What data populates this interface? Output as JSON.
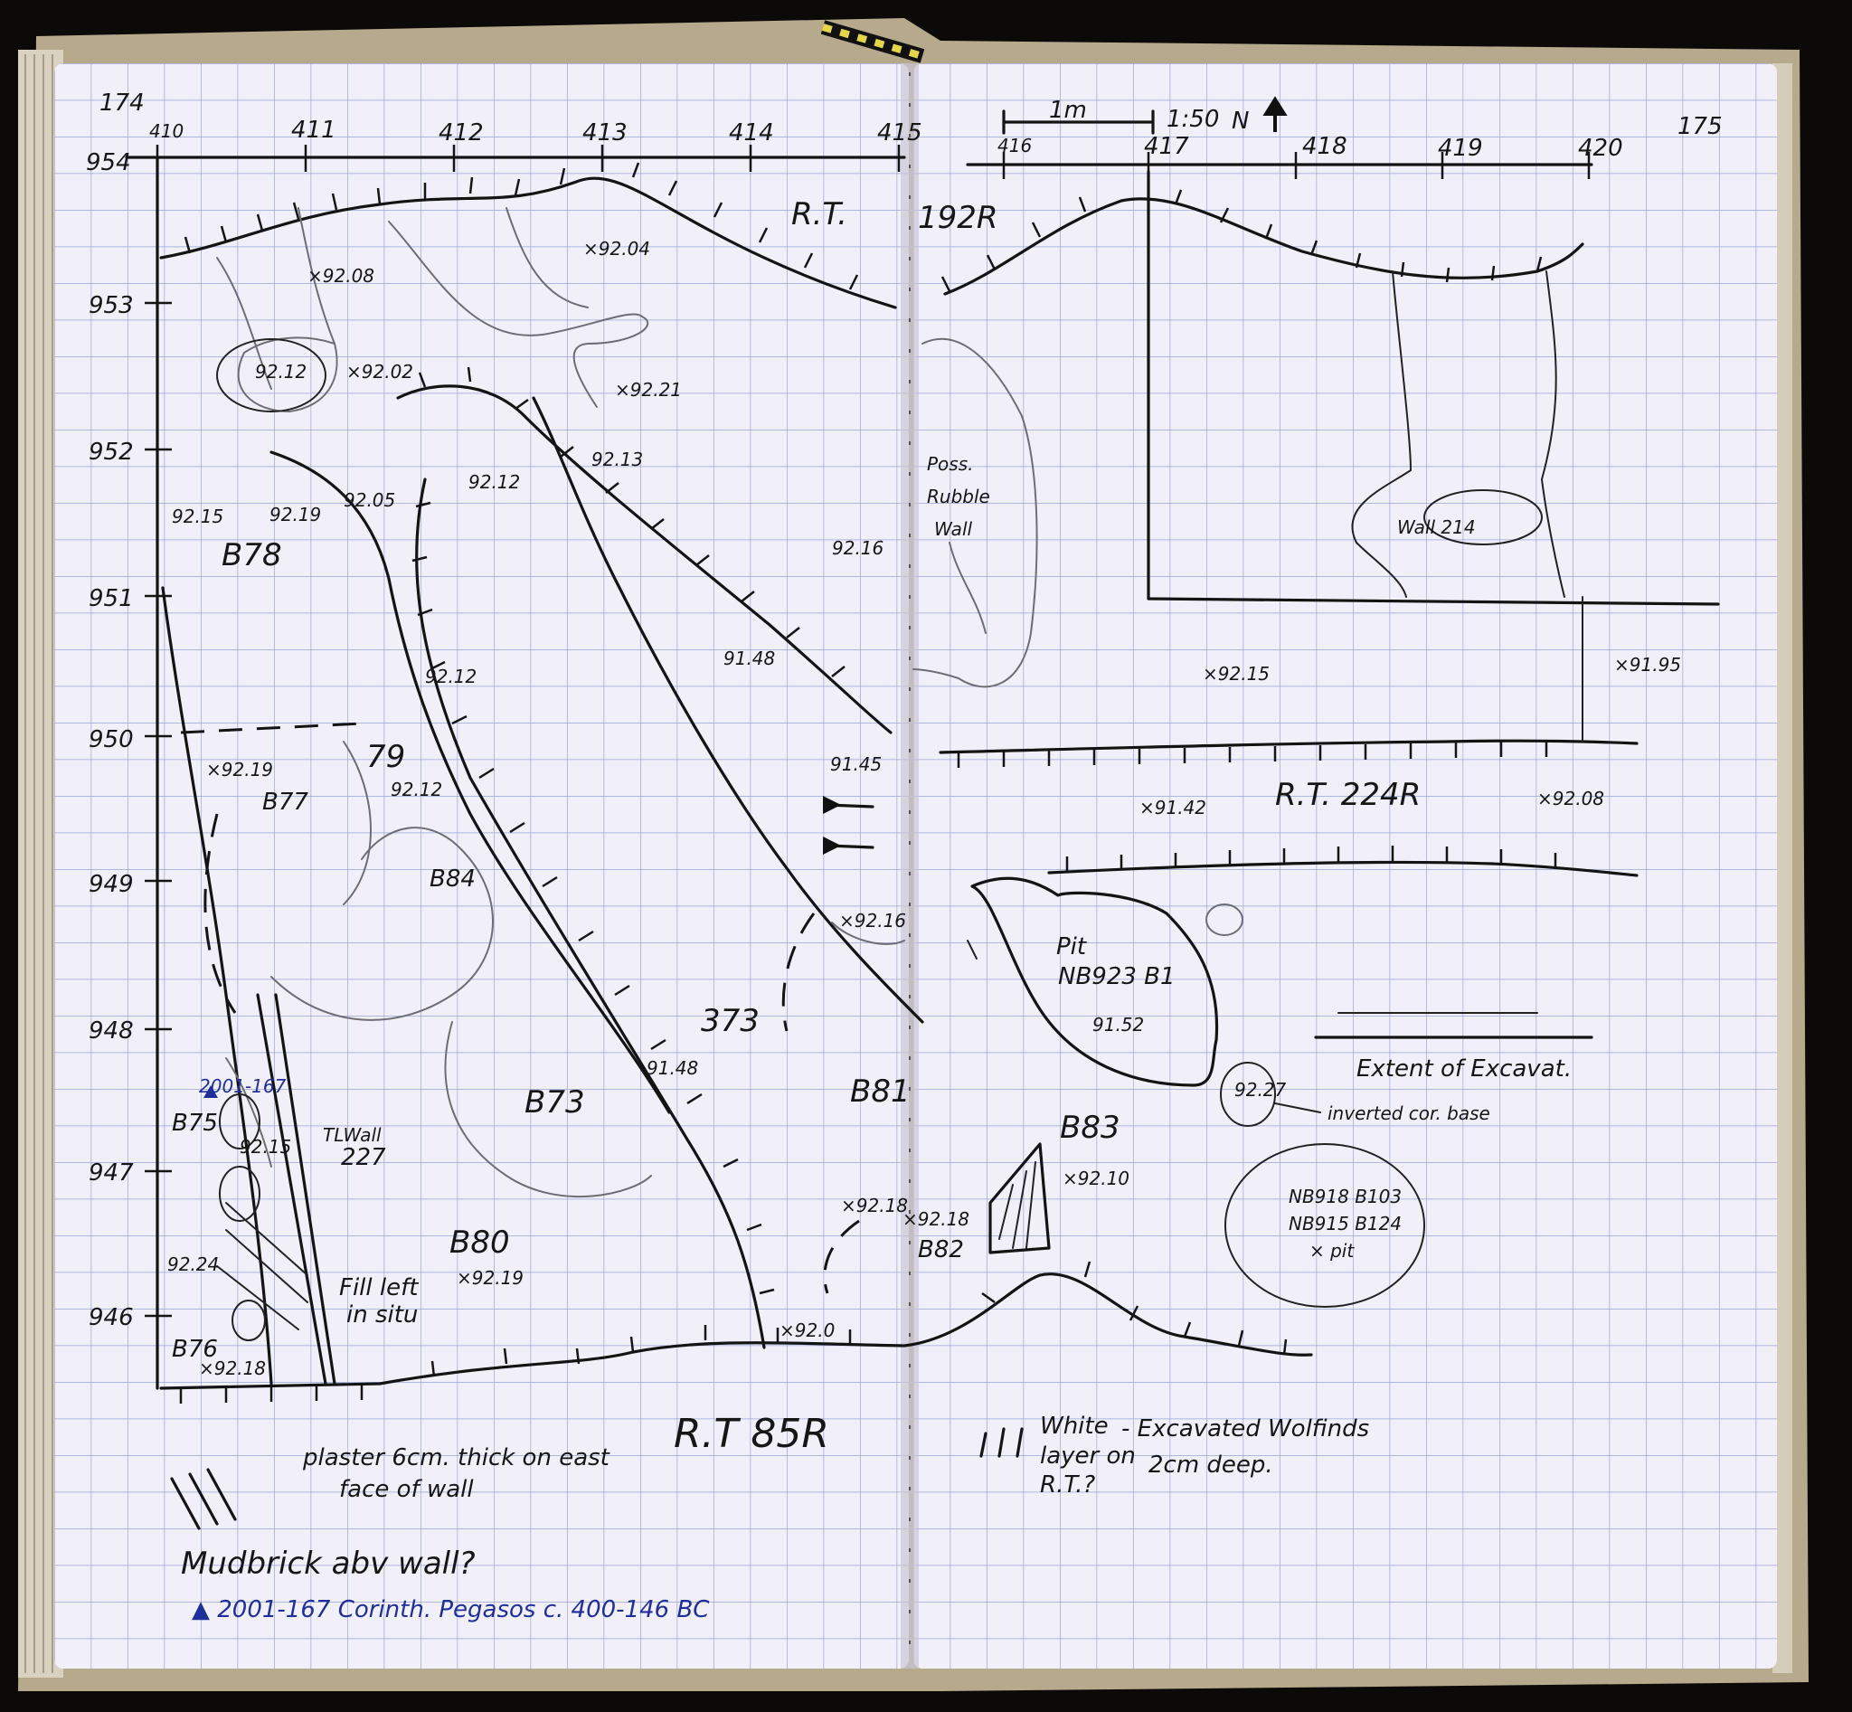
{
  "pages": {
    "left_number": "174",
    "right_number": "175"
  },
  "scale": {
    "bar_label": "1m",
    "ratio": "1:50",
    "north": "N"
  },
  "x_axis_left": [
    "410",
    "411",
    "412",
    "413",
    "414",
    "415"
  ],
  "x_axis_right": [
    "416",
    "417",
    "418",
    "419",
    "420"
  ],
  "y_axis": [
    "954",
    "953",
    "952",
    "951",
    "950",
    "949",
    "948",
    "947",
    "946"
  ],
  "regions": {
    "rt192r_a": "R.T.",
    "rt192r_b": "192R",
    "rt224r": "R.T. 224R",
    "rt85r": "R.T 85R",
    "b78": "B78",
    "b77": "B77",
    "n79": "79",
    "b84": "B84",
    "b73_a": "B73",
    "b73_b": "373",
    "b75": "B75",
    "b76": "B76",
    "b80": "B80",
    "b81": "B81",
    "b82": "B82",
    "b83": "B83",
    "wall214": "Wall 214",
    "poss_rubble_1": "Poss.",
    "poss_rubble_2": "Rubble",
    "poss_rubble_3": "Wall",
    "pit_1": "Pit",
    "pit_2": "NB923 B1",
    "tl_wall_1": "TLWall",
    "tl_wall_2": "227"
  },
  "elevations": {
    "e1": "×92.08",
    "e2": "×92.04",
    "e3": "92.12",
    "e4": "×92.02",
    "e5": "×92.21",
    "e6": "92.12",
    "e7": "92.15",
    "e8": "92.19",
    "e9": "92.05",
    "e10": "92.16",
    "e11": "91.48",
    "e12": "92.12",
    "e13": "91.45",
    "e14": "×92.19",
    "e15": "92.12",
    "e16": "×92.16",
    "e17": "91.52",
    "e18": "91.48",
    "e19": "92.15",
    "e20": "92.24",
    "e21": "×92.18",
    "e22": "×92.19",
    "e23": "×92.18",
    "e24": "×92.18",
    "e25": "×92.0",
    "e26": "×92.10",
    "e27": "92.27",
    "e28": "×92.15",
    "e29": "×91.95",
    "e30": "×91.42",
    "e31": "×92.08",
    "e32": "92.13"
  },
  "notes": {
    "extent": "Extent of Excavat.",
    "inverted": "inverted cor. base",
    "nb1": "NB918 B103",
    "nb2": "NB915 B124",
    "nb3": "× pit",
    "fill_1": "Fill left",
    "fill_2": "in situ",
    "plaster_1": "plaster 6cm. thick on east",
    "plaster_2": "face of wall",
    "mudbrick": "Mudbrick abv wall?",
    "coin": "▲ 2001-167 Corinth. Pegasos c. 400-146 BC",
    "coin_tag": "2001-167",
    "white_1": "White",
    "white_2": "layer on",
    "white_3": "R.T.?",
    "excav_1": "- Excavated Wolfinds",
    "excav_2": "2cm deep."
  },
  "colors": {
    "paper": "#f1f0f8",
    "grid": "#9aa2d6",
    "ink": "#141414",
    "blue_ink": "#1f2f9a",
    "cover": "#b7a98c",
    "background": "#0c0a08"
  }
}
